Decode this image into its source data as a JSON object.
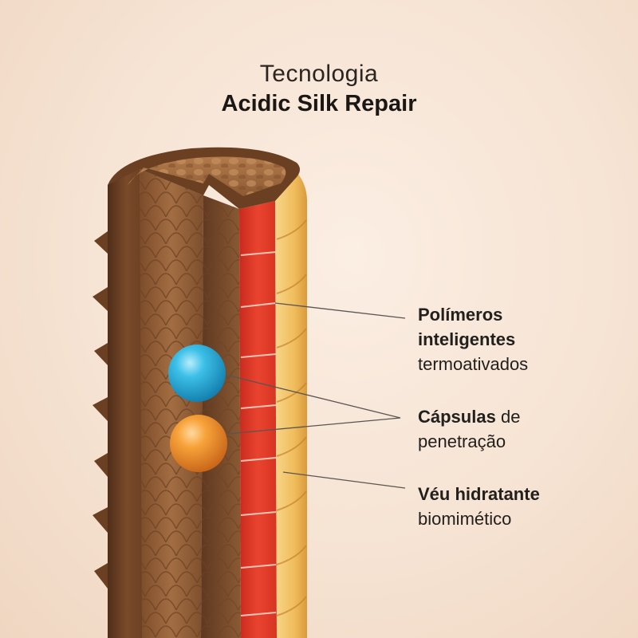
{
  "title": {
    "line1": "Tecnologia",
    "line2": "Acidic Silk Repair"
  },
  "labels": {
    "polymers": {
      "bold1": "Polímeros",
      "bold2": "inteligentes",
      "regular": "termoativados"
    },
    "capsules": {
      "bold": "Cápsulas",
      "regular1": "de",
      "regular2": "penetração"
    },
    "veil": {
      "bold": "Véu hidratante",
      "regular": "biomimético"
    }
  },
  "colors": {
    "cortex": "#8a5530",
    "scales": "#a06a3f",
    "red_layer": "#e2382a",
    "yellow_veil": "#f2c168",
    "capsule_blue": "#2fb3df",
    "capsule_orange": "#f29a2e"
  }
}
